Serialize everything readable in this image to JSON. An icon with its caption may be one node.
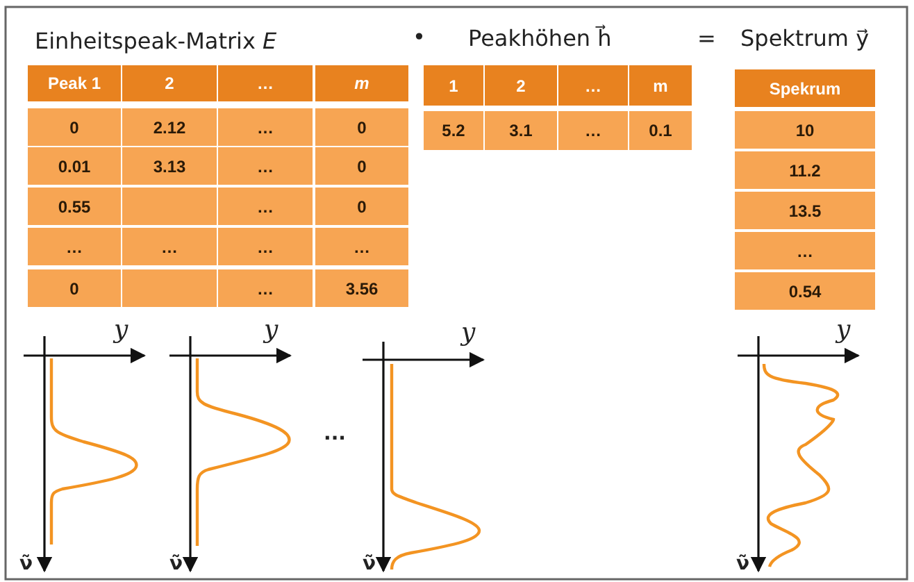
{
  "diagram": {
    "labels": [
      "Einheitspeak-Matrix *E*",
      "•",
      "Peakhöhen h⃗",
      "=",
      "Spektrum y⃗",
      "Peak 1",
      "2",
      "…",
      "m",
      "0",
      "2.12",
      "…",
      "0",
      "0.01",
      "3.13",
      "…",
      "0",
      "0.55",
      "…",
      "0",
      "…",
      "…",
      "…",
      "…",
      "0",
      "…",
      "3.56",
      "1",
      "2",
      "…",
      "m",
      "5.2",
      "3.1",
      "…",
      "0.1",
      "Spekrum",
      "10",
      "11.2",
      "13.5",
      "…",
      "0.54",
      "y",
      "y",
      "···",
      "y",
      "y",
      "ν̃",
      "ν̃",
      "ν̃",
      "ν̃"
    ]
  }
}
